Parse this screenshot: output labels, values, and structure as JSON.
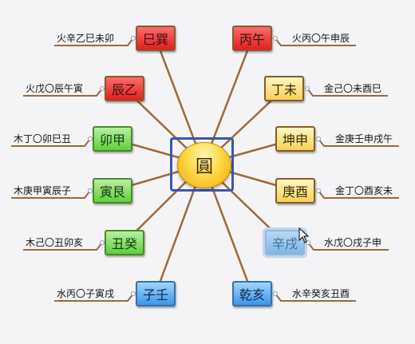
{
  "center": {
    "label": "圓"
  },
  "nodes": [
    {
      "id": "si-xun",
      "label": "巳巽",
      "color": "red",
      "note": "火辛乙巳未卯"
    },
    {
      "id": "chen-yi",
      "label": "辰乙",
      "color": "red",
      "note": "火戊〇辰午寅"
    },
    {
      "id": "mao-jia",
      "label": "卯甲",
      "color": "green",
      "note": "木丁〇卯巳丑"
    },
    {
      "id": "yin-gen",
      "label": "寅艮",
      "color": "green",
      "note": "木庚甲寅辰子"
    },
    {
      "id": "chou-gui",
      "label": "丑癸",
      "color": "green",
      "note": "木己〇丑卯亥"
    },
    {
      "id": "zi-ren",
      "label": "子壬",
      "color": "blue",
      "note": "水丙〇子寅戌"
    },
    {
      "id": "bing-wu",
      "label": "丙午",
      "color": "red",
      "note": "火丙〇午申辰"
    },
    {
      "id": "ding-wei",
      "label": "丁未",
      "color": "yellow",
      "note": "金己〇未酉巳"
    },
    {
      "id": "kun-shen",
      "label": "坤申",
      "color": "yellow",
      "note": "金庚壬申戌午"
    },
    {
      "id": "geng-you",
      "label": "庚酉",
      "color": "yellow",
      "note": "金丁〇酉亥未"
    },
    {
      "id": "xin-xu",
      "label": "辛戌",
      "color": "selected",
      "note": "水戊〇戌子申"
    },
    {
      "id": "qian-hai",
      "label": "乾亥",
      "color": "blue",
      "note": "水辛癸亥丑酉"
    }
  ]
}
